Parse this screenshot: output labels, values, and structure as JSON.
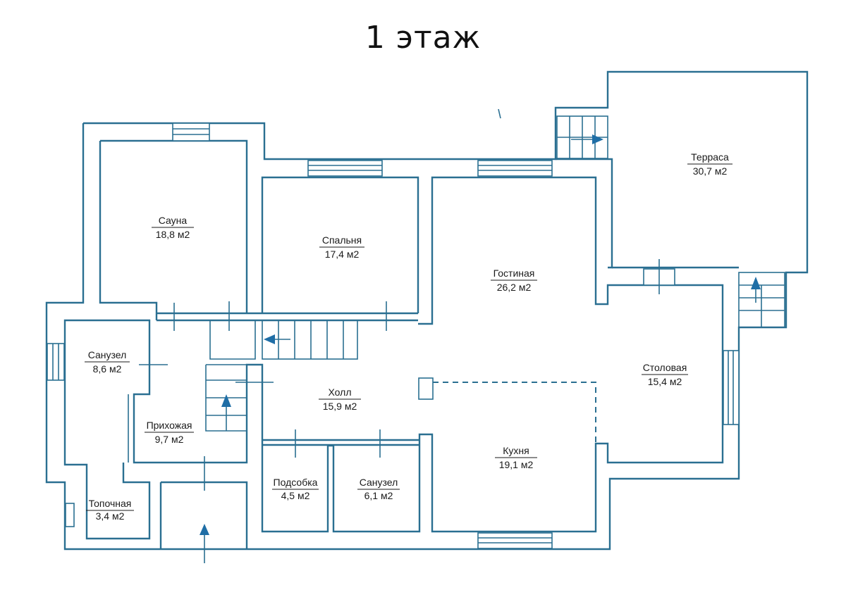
{
  "title": "1 этаж",
  "rooms": [
    {
      "name": "Сауна",
      "area": "18,8 м2"
    },
    {
      "name": "Спальня",
      "area": "17,4 м2"
    },
    {
      "name": "Гостиная",
      "area": "26,2 м2"
    },
    {
      "name": "Терраса",
      "area": "30,7 м2"
    },
    {
      "name": "Санузел",
      "area": "8,6 м2"
    },
    {
      "name": "Холл",
      "area": "15,9 м2"
    },
    {
      "name": "Столовая",
      "area": "15,4 м2"
    },
    {
      "name": "Прихожая",
      "area": "9,7 м2"
    },
    {
      "name": "Кухня",
      "area": "19,1 м2"
    },
    {
      "name": "Подсобка",
      "area": "4,5 м2"
    },
    {
      "name": "Санузел",
      "area": "6,1 м2"
    },
    {
      "name": "Топочная",
      "area": "3,4 м2"
    }
  ],
  "colors": {
    "wall": "#2a6f91",
    "arrow": "#1f6ea6"
  }
}
